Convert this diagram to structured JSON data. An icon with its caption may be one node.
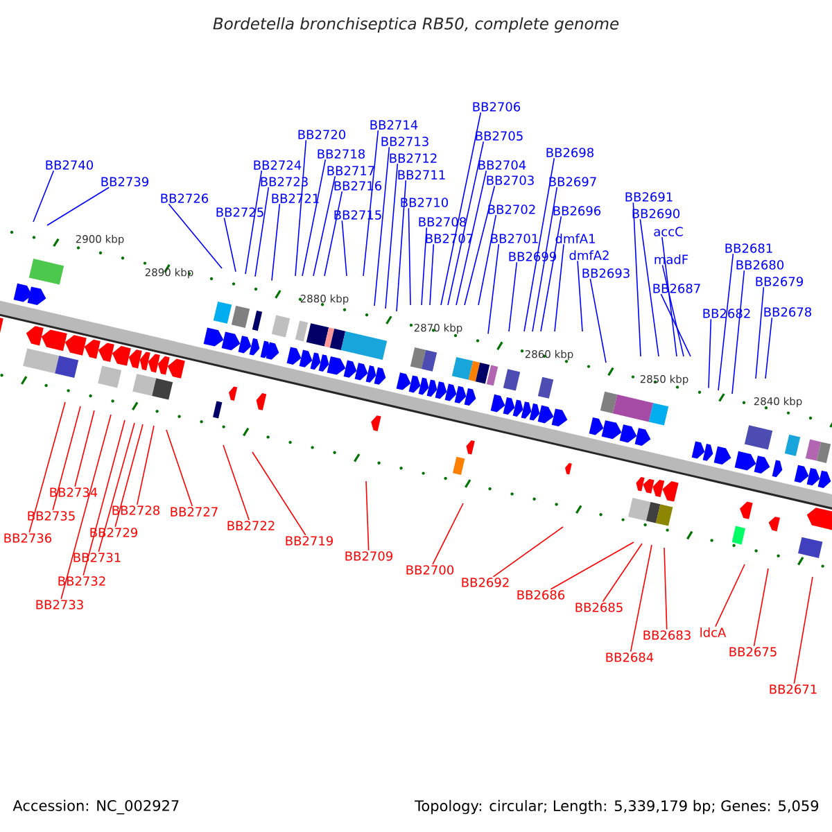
{
  "diagram": {
    "title": "Bordetella bronchiseptica RB50, complete genome",
    "nodes": [
      {
        "text": [
          "BB2740"
        ]
      },
      {
        "text": [
          "BB2739"
        ]
      },
      {
        "text": [
          "BB2726"
        ]
      },
      {
        "text": [
          "BB2725"
        ]
      },
      {
        "text": [
          "BB2724"
        ]
      },
      {
        "text": [
          "BB2723"
        ]
      },
      {
        "text": [
          "BB2721"
        ]
      },
      {
        "text": [
          "BB2720"
        ]
      },
      {
        "text": [
          "BB2718"
        ]
      },
      {
        "text": [
          "BB2717"
        ]
      },
      {
        "text": [
          "BB2716"
        ]
      },
      {
        "text": [
          "BB2715"
        ]
      },
      {
        "text": [
          "BB2714"
        ]
      },
      {
        "text": [
          "BB2713"
        ]
      },
      {
        "text": [
          "BB2712"
        ]
      },
      {
        "text": [
          "BB2711"
        ]
      },
      {
        "text": [
          "BB2710"
        ]
      },
      {
        "text": [
          "BB2708"
        ]
      },
      {
        "text": [
          "BB2707"
        ]
      },
      {
        "text": [
          "BB2706"
        ]
      },
      {
        "text": [
          "BB2705"
        ]
      },
      {
        "text": [
          "BB2704"
        ]
      },
      {
        "text": [
          "BB2703"
        ]
      },
      {
        "text": [
          "BB2702"
        ]
      },
      {
        "text": [
          "BB2701"
        ]
      },
      {
        "text": [
          "BB2699"
        ]
      },
      {
        "text": [
          "BB2698"
        ]
      },
      {
        "text": [
          "BB2697"
        ]
      },
      {
        "text": [
          "BB2696"
        ]
      },
      {
        "text": [
          "dmfA1"
        ]
      },
      {
        "text": [
          "dmfA2"
        ]
      },
      {
        "text": [
          "BB2693"
        ]
      },
      {
        "text": [
          "BB2691"
        ]
      },
      {
        "text": [
          "BB2690"
        ]
      },
      {
        "text": [
          "accC"
        ]
      },
      {
        "text": [
          "madF"
        ]
      },
      {
        "text": [
          "BB2687"
        ]
      },
      {
        "text": [
          "BB2682"
        ]
      },
      {
        "text": [
          "BB2681"
        ]
      },
      {
        "text": [
          "BB2680"
        ]
      },
      {
        "text": [
          "BB2679"
        ]
      },
      {
        "text": [
          "BB2678"
        ]
      },
      {
        "text": [
          "BB2736"
        ]
      },
      {
        "text": [
          "BB2735"
        ]
      },
      {
        "text": [
          "BB2734"
        ]
      },
      {
        "text": [
          "BB2733"
        ]
      },
      {
        "text": [
          "BB2732"
        ]
      },
      {
        "text": [
          "BB2731"
        ]
      },
      {
        "text": [
          "BB2729"
        ]
      },
      {
        "text": [
          "BB2728"
        ]
      },
      {
        "text": [
          "BB2727"
        ]
      },
      {
        "text": [
          "BB2722"
        ]
      },
      {
        "text": [
          "BB2719"
        ]
      },
      {
        "text": [
          "BB2709"
        ]
      },
      {
        "text": [
          "BB2700"
        ]
      },
      {
        "text": [
          "BB2692"
        ]
      },
      {
        "text": [
          "BB2686"
        ]
      },
      {
        "text": [
          "BB2685"
        ]
      },
      {
        "text": [
          "BB2684"
        ]
      },
      {
        "text": [
          "BB2683"
        ]
      },
      {
        "text": [
          "ldcA"
        ]
      },
      {
        "text": [
          "BB2675"
        ]
      },
      {
        "text": [
          "BB2671"
        ]
      }
    ],
    "edges": [
      {
        "from": 0,
        "to": null,
        "arrow": "none",
        "color": "#0000ff"
      },
      {
        "from": 1,
        "to": null,
        "arrow": "none",
        "color": "#0000ff"
      },
      {
        "from": 2,
        "to": null,
        "arrow": "none",
        "color": "#0000ff"
      },
      {
        "from": 3,
        "to": null,
        "arrow": "none",
        "color": "#0000ff"
      },
      {
        "from": 4,
        "to": null,
        "arrow": "none",
        "color": "#0000ff"
      },
      {
        "from": 5,
        "to": null,
        "arrow": "none",
        "color": "#0000ff"
      },
      {
        "from": 6,
        "to": null,
        "arrow": "none",
        "color": "#0000ff"
      },
      {
        "from": 7,
        "to": null,
        "arrow": "none",
        "color": "#0000ff"
      },
      {
        "from": 8,
        "to": null,
        "arrow": "none",
        "color": "#0000ff"
      },
      {
        "from": 9,
        "to": null,
        "arrow": "none",
        "color": "#0000ff"
      },
      {
        "from": 10,
        "to": null,
        "arrow": "none",
        "color": "#0000ff"
      },
      {
        "from": 11,
        "to": null,
        "arrow": "none",
        "color": "#0000ff"
      },
      {
        "from": 12,
        "to": null,
        "arrow": "none",
        "color": "#0000ff"
      },
      {
        "from": 13,
        "to": null,
        "arrow": "none",
        "color": "#0000ff"
      },
      {
        "from": 14,
        "to": null,
        "arrow": "none",
        "color": "#0000ff"
      },
      {
        "from": 15,
        "to": null,
        "arrow": "none",
        "color": "#0000ff"
      },
      {
        "from": 16,
        "to": null,
        "arrow": "none",
        "color": "#0000ff"
      },
      {
        "from": 17,
        "to": null,
        "arrow": "none",
        "color": "#0000ff"
      },
      {
        "from": 18,
        "to": null,
        "arrow": "none",
        "color": "#0000ff"
      },
      {
        "from": 19,
        "to": null,
        "arrow": "none",
        "color": "#0000ff"
      },
      {
        "from": 20,
        "to": null,
        "arrow": "none",
        "color": "#0000ff"
      },
      {
        "from": 21,
        "to": null,
        "arrow": "none",
        "color": "#0000ff"
      },
      {
        "from": 22,
        "to": null,
        "arrow": "none",
        "color": "#0000ff"
      },
      {
        "from": 23,
        "to": null,
        "arrow": "none",
        "color": "#0000ff"
      },
      {
        "from": 24,
        "to": null,
        "arrow": "none",
        "color": "#0000ff"
      },
      {
        "from": 25,
        "to": null,
        "arrow": "none",
        "color": "#0000ff"
      },
      {
        "from": 26,
        "to": null,
        "arrow": "none",
        "color": "#0000ff"
      },
      {
        "from": 27,
        "to": null,
        "arrow": "none",
        "color": "#0000ff"
      },
      {
        "from": 28,
        "to": null,
        "arrow": "none",
        "color": "#0000ff"
      },
      {
        "from": 29,
        "to": null,
        "arrow": "none",
        "color": "#0000ff"
      },
      {
        "from": 30,
        "to": null,
        "arrow": "none",
        "color": "#0000ff"
      },
      {
        "from": 31,
        "to": null,
        "arrow": "none",
        "color": "#0000ff"
      },
      {
        "from": 32,
        "to": null,
        "arrow": "none",
        "color": "#0000ff"
      },
      {
        "from": 33,
        "to": null,
        "arrow": "none",
        "color": "#0000ff"
      },
      {
        "from": 34,
        "to": null,
        "arrow": "none",
        "color": "#0000ff"
      },
      {
        "from": 35,
        "to": null,
        "arrow": "none",
        "color": "#0000ff"
      },
      {
        "from": 36,
        "to": null,
        "arrow": "none",
        "color": "#0000ff"
      },
      {
        "from": 37,
        "to": null,
        "arrow": "none",
        "color": "#0000ff"
      },
      {
        "from": 38,
        "to": null,
        "arrow": "none",
        "color": "#0000ff"
      },
      {
        "from": 39,
        "to": null,
        "arrow": "none",
        "color": "#0000ff"
      },
      {
        "from": 40,
        "to": null,
        "arrow": "none",
        "color": "#0000ff"
      },
      {
        "from": 41,
        "to": null,
        "arrow": "none",
        "color": "#0000ff"
      },
      {
        "from": 42,
        "to": null,
        "arrow": "none",
        "color": "#ff0000"
      },
      {
        "from": 43,
        "to": null,
        "arrow": "none",
        "color": "#ff0000"
      },
      {
        "from": 44,
        "to": null,
        "arrow": "none",
        "color": "#ff0000"
      },
      {
        "from": 45,
        "to": null,
        "arrow": "none",
        "color": "#ff0000"
      },
      {
        "from": 46,
        "to": null,
        "arrow": "none",
        "color": "#ff0000"
      },
      {
        "from": 47,
        "to": null,
        "arrow": "none",
        "color": "#ff0000"
      },
      {
        "from": 48,
        "to": null,
        "arrow": "none",
        "color": "#ff0000"
      },
      {
        "from": 49,
        "to": null,
        "arrow": "none",
        "color": "#ff0000"
      },
      {
        "from": 50,
        "to": null,
        "arrow": "none",
        "color": "#ff0000"
      },
      {
        "from": 51,
        "to": null,
        "arrow": "none",
        "color": "#ff0000"
      },
      {
        "from": 52,
        "to": null,
        "arrow": "none",
        "color": "#ff0000"
      },
      {
        "from": 53,
        "to": null,
        "arrow": "none",
        "color": "#ff0000"
      },
      {
        "from": 54,
        "to": null,
        "arrow": "none",
        "color": "#ff0000"
      },
      {
        "from": 55,
        "to": null,
        "arrow": "none",
        "color": "#ff0000"
      },
      {
        "from": 56,
        "to": null,
        "arrow": "none",
        "color": "#ff0000"
      },
      {
        "from": 57,
        "to": null,
        "arrow": "none",
        "color": "#ff0000"
      },
      {
        "from": 58,
        "to": null,
        "arrow": "none",
        "color": "#ff0000"
      },
      {
        "from": 59,
        "to": null,
        "arrow": "none",
        "color": "#ff0000"
      },
      {
        "from": 60,
        "to": null,
        "arrow": "none",
        "color": "#ff0000"
      },
      {
        "from": 61,
        "to": null,
        "arrow": "none",
        "color": "#ff0000"
      },
      {
        "from": 62,
        "to": null,
        "arrow": "none",
        "color": "#ff0000"
      }
    ],
    "labels": [
      "2900 kbp",
      "2890 kbp",
      "2880 kbp",
      "2870 kbp",
      "2860 kbp",
      "2850 kbp",
      "2840 kbp",
      "Accession: NC_002927",
      "Topology: circular; Length: 5,339,179 bp; Genes: 5,059"
    ]
  }
}
